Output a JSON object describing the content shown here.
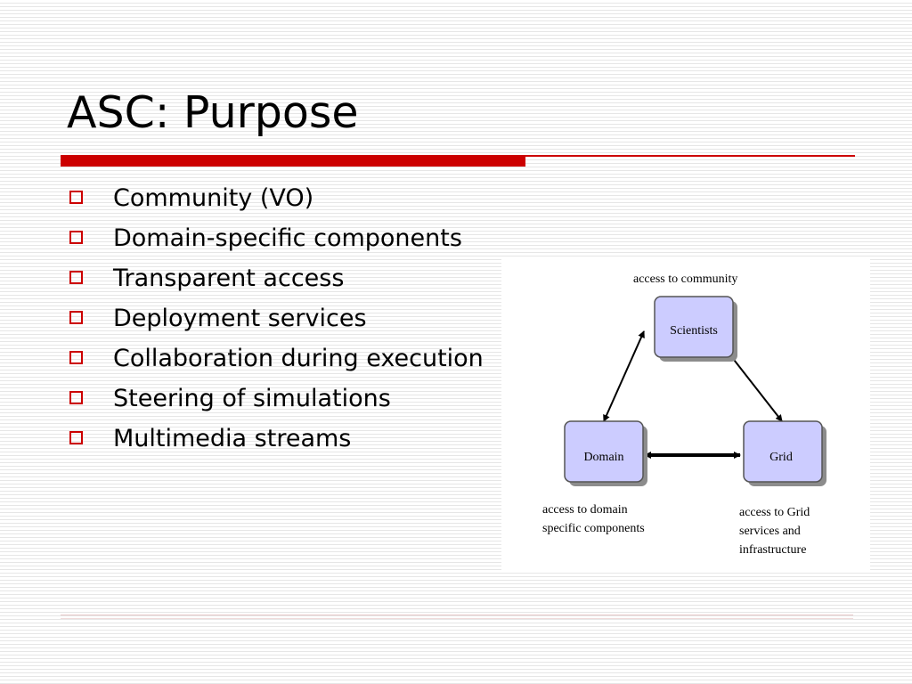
{
  "slide": {
    "title": "ASC: Purpose"
  },
  "bullets": [
    "Community (VO)",
    "Domain-specific components",
    "Transparent access",
    "Deployment services",
    "Collaboration during execution",
    "Steering of simulations",
    "Multimedia streams"
  ],
  "diagram": {
    "nodes": {
      "scientists": "Scientists",
      "domain": "Domain",
      "grid": "Grid"
    },
    "captions": {
      "community": "access to community",
      "domain_line1": "access to domain",
      "domain_line2": "specific components",
      "grid_line1": "access to Grid",
      "grid_line2": "services and",
      "grid_line3": "infrastructure"
    }
  },
  "colors": {
    "accent": "#cc0000",
    "node_fill": "#ccccff",
    "node_border": "#555555"
  }
}
